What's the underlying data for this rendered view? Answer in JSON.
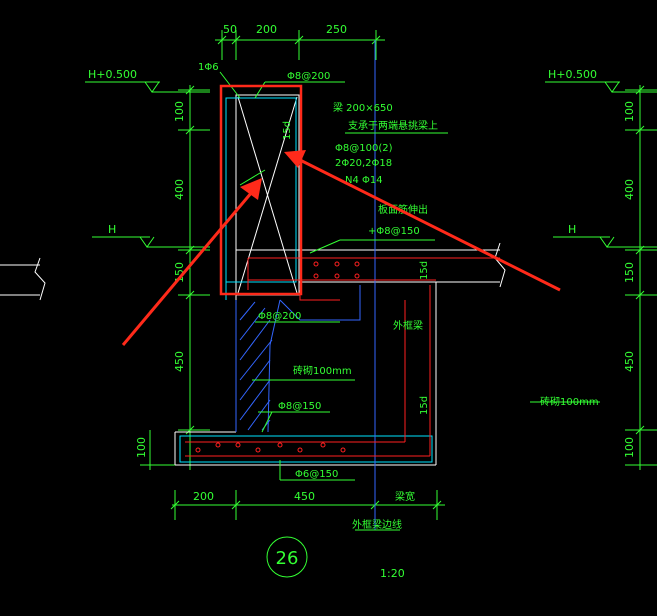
{
  "dims": {
    "top_50": "50",
    "top_200": "200",
    "top_250": "250",
    "bot_200": "200",
    "bot_450": "450",
    "v_100_top": "100",
    "v_400": "400",
    "v_150": "150",
    "v_450": "450",
    "v_100_bot": "100",
    "r_100_top": "100",
    "r_400": "400",
    "r_150": "150",
    "r_450": "450",
    "r_100_bot": "100"
  },
  "levels": {
    "left_top": "H+0.500",
    "left_mid": "H",
    "right_top": "H+0.500",
    "right_mid": "H"
  },
  "notes": {
    "bar_1phi6": "1Φ6",
    "top_rebar": "Φ8@200",
    "beam_size": "梁 200×650",
    "beam_support": "支承于两端悬挑梁上",
    "stirrup": "Φ8@100(2)",
    "long_bars": "2Φ20,2Φ18",
    "waist_bars": "N4 Φ14",
    "slab_extend": "板面筋伸出",
    "slab_bar": "+Φ8@150",
    "lap_15d_top": "15d",
    "lap_15d_mid": "15d",
    "lap_15d_bot": "15d",
    "bar_200": "Φ8@200",
    "outer_beam": "外框梁",
    "brick_left": "砖砌100mm",
    "brick_right": "砖砌100mm",
    "bar_150": "Φ8@150",
    "bottom_bar": "Φ6@150",
    "beam_width": "梁宽",
    "beam_edge": "外框梁边线"
  },
  "detail": {
    "number": "26",
    "scale": "1:20"
  },
  "colors": {
    "green": "#33ff33",
    "white": "#ffffff",
    "red": "#ff2020",
    "cyan": "#00e5ff",
    "blue": "#3366ff",
    "highlight": "#ff2a1a"
  }
}
